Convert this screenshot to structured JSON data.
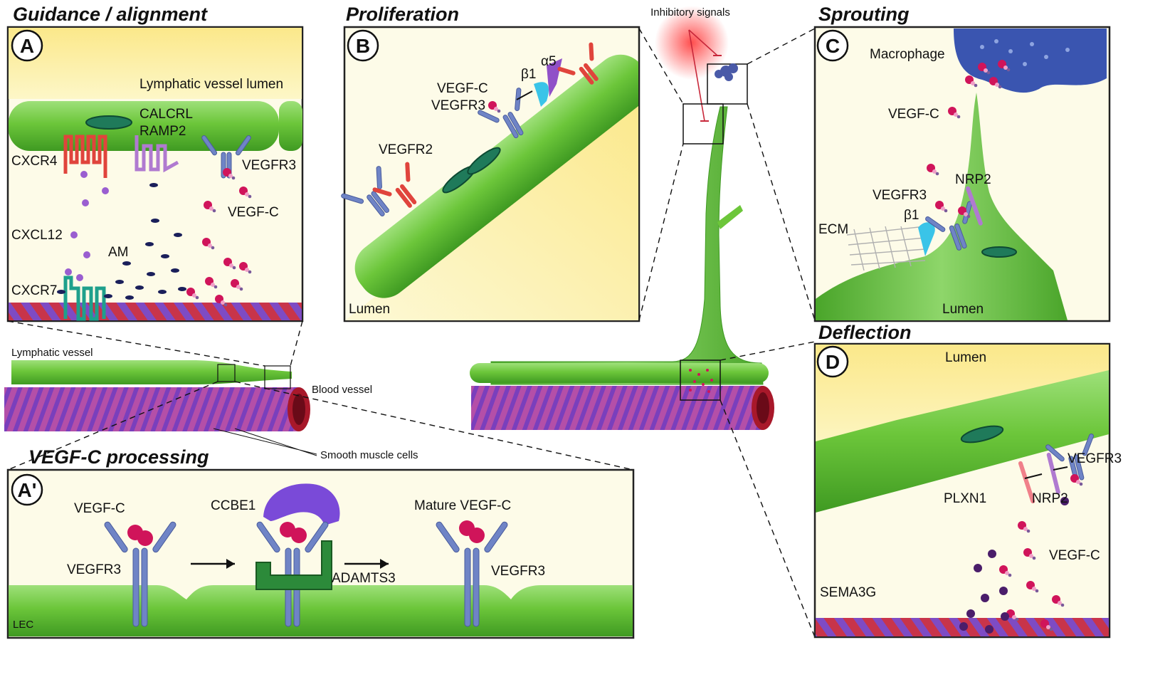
{
  "sections": {
    "guidance": "Guidance / alignment",
    "proliferation": "Proliferation",
    "sprouting": "Sprouting",
    "deflection": "Deflection",
    "processing": "VEGF-C processing"
  },
  "panels": {
    "A": {
      "letter": "A",
      "labels": [
        "Lymphatic vessel lumen",
        "CALCRL",
        "RAMP2",
        "CXCR4",
        "VEGFR3",
        "VEGF-C",
        "CXCL12",
        "AM",
        "CXCR7"
      ]
    },
    "B": {
      "letter": "B",
      "labels": [
        "VEGF-C",
        "VEGFR3",
        "VEGFR2",
        "α5",
        "β1",
        "Lumen"
      ]
    },
    "C": {
      "letter": "C",
      "labels": [
        "Macrophage",
        "VEGF-C",
        "VEGFR3",
        "NRP2",
        "β1",
        "ECM",
        "Lumen"
      ]
    },
    "D": {
      "letter": "D",
      "labels": [
        "Lumen",
        "VEGFR3",
        "PLXN1",
        "NRP2",
        "VEGF-C",
        "SEMA3G"
      ]
    },
    "A_prime": {
      "letter": "A'",
      "labels": [
        "VEGF-C",
        "VEGFR3",
        "CCBE1",
        "ADAMTS3",
        "Mature VEGF-C",
        "VEGFR3",
        "LEC"
      ]
    }
  },
  "overview": {
    "lymphatic_vessel": "Lymphatic vessel",
    "blood_vessel": "Blood vessel",
    "smooth_muscle": "Smooth muscle cells",
    "inhibitory": "Inhibitory signals"
  },
  "colors": {
    "lymphatic_green": "#6cc63a",
    "lumen_yellow": "#fbf0a8",
    "bg_cream": "#fdfbe8",
    "blood_red": "#c8283a",
    "smooth_muscle_purple": "#8a4fc0",
    "vegfc_magenta": "#d0145a",
    "receptor_blue": "#6f84c6",
    "cxcr4_red": "#e0443c",
    "ramp_purple": "#b07ad0",
    "cxcr7_teal": "#1ea08c",
    "macrophage_blue": "#3a55b0"
  }
}
